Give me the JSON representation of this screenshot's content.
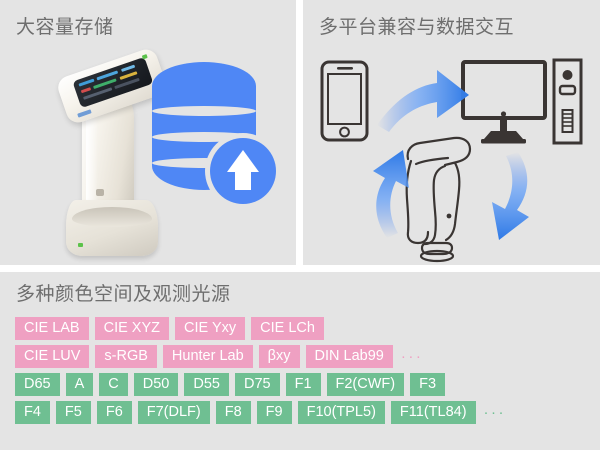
{
  "panels": {
    "storage": {
      "title": "大容量存储",
      "icons": [
        "spectrophotometer-device-photo",
        "database-stack-icon",
        "upload-arrow-badge-icon"
      ]
    },
    "platform": {
      "title": "多平台兼容与数据交互",
      "icons": [
        "smartphone-icon",
        "desktop-monitor-icon",
        "pc-tower-icon",
        "handheld-colorimeter-icon",
        "curved-arrow-icon"
      ]
    },
    "colorspace": {
      "title": "多种颜色空间及观测光源",
      "rows": [
        {
          "kind": "color-space",
          "color": "#efa0c2",
          "tags": [
            "CIE LAB",
            "CIE XYZ",
            "CIE Yxy",
            "CIE LCh"
          ],
          "ellipsis": false
        },
        {
          "kind": "color-space",
          "color": "#efa0c2",
          "tags": [
            "CIE LUV",
            "s-RGB",
            "Hunter Lab",
            "βxy",
            "DIN Lab99"
          ],
          "ellipsis": true
        },
        {
          "kind": "illuminant",
          "color": "#6fbf92",
          "tags": [
            "D65",
            "A",
            "C",
            "D50",
            "D55",
            "D75",
            "F1",
            "F2(CWF)",
            "F3"
          ],
          "ellipsis": false
        },
        {
          "kind": "illuminant",
          "color": "#6fbf92",
          "tags": [
            "F4",
            "F5",
            "F6",
            "F7(DLF)",
            "F8",
            "F9",
            "F10(TPL5)",
            "F11(TL84)"
          ],
          "ellipsis": true
        }
      ],
      "ellipsis_glyph": "···"
    }
  },
  "theme": {
    "panel_background": "#e4e4e4",
    "page_background": "#ffffff",
    "title_color": "#6e6e6e",
    "pink_tag": "#efa0c2",
    "green_tag": "#6fbf92",
    "accent_blue": "#4f87f5",
    "line_art": "#3a3533"
  }
}
